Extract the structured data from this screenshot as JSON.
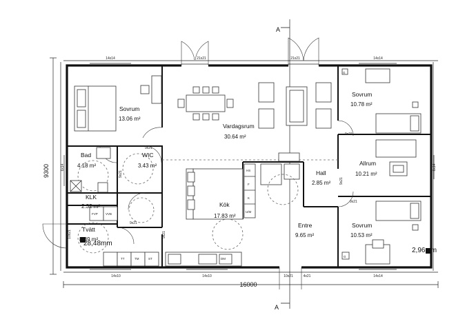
{
  "plan": {
    "rooms": [
      {
        "name": "Sovrum",
        "area": "13.06 m²"
      },
      {
        "name": "Vardagsrum",
        "area": "30.64 m²"
      },
      {
        "name": "Sovrum",
        "area": "10.78 m²"
      },
      {
        "name": "Bad",
        "area": "4.18 m²"
      },
      {
        "name": "WIC",
        "area": "3.43 m²"
      },
      {
        "name": "Allrum",
        "area": "10.21 m²"
      },
      {
        "name": "Hall",
        "area": "2.85 m²"
      },
      {
        "name": "KLK",
        "area": "2.32 m²"
      },
      {
        "name": "Kök",
        "area": "17.83 m²"
      },
      {
        "name": "Entre",
        "area": "9.65 m²"
      },
      {
        "name": "Tvätt",
        "area": "8.89 m²"
      },
      {
        "name": "Sovrum",
        "area": "10.53 m²"
      }
    ],
    "dimensions": {
      "width": "16000",
      "height": "9300"
    },
    "section_labels": {
      "top": "A",
      "bottom": "A"
    },
    "measure_labels": {
      "left": "28,48mm",
      "right": "2,96mm"
    },
    "window_tags": {
      "top": [
        "14x14",
        "21x21",
        "21x21",
        "14x14"
      ],
      "bottom": [
        "14x10",
        "14x10",
        "10x21",
        "4x21",
        "14x14"
      ],
      "side": [
        "6x14",
        "6x14",
        "10x21"
      ]
    },
    "door_tags": [
      "9x21",
      "9x21",
      "9x21",
      "9x21",
      "9x21",
      "9x21",
      "9x21"
    ],
    "kitchen_labels": [
      "HS",
      "F",
      "K",
      "U/M"
    ],
    "laundry_labels": [
      "FVP",
      "VVB",
      "TT",
      "TM",
      "ST"
    ],
    "appliance_labels": [
      "DM"
    ],
    "misc_labels": [
      "G",
      "G"
    ]
  }
}
